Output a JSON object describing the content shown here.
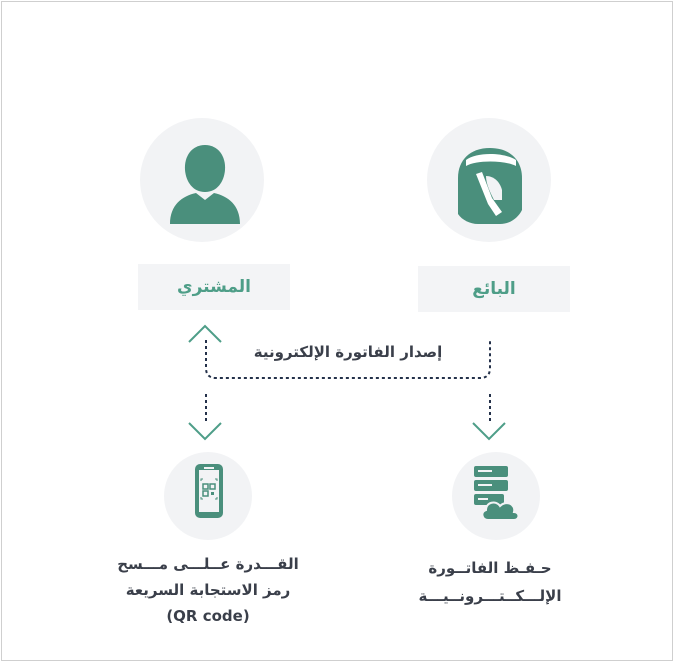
{
  "seller": {
    "label": "البائع"
  },
  "buyer": {
    "label": "المشتري"
  },
  "flow": {
    "label": "إصدار الفاتورة الإلكترونية"
  },
  "buyer_outcome": {
    "line1": "القـــدرة عــلـــى مـــسح",
    "line2": "رمز الاستجابة السريعة",
    "line3": "(QR code)"
  },
  "seller_outcome": {
    "line1": "حـفـظ  الفاتــورة",
    "line2": "الإلـــكــتـــرونــيـــة"
  },
  "colors": {
    "accent": "#4e9e88",
    "icon": "#4a8f7c",
    "text": "#3a3f4a",
    "dashed": "#24314a",
    "circle": "#f2f3f5"
  },
  "icons": [
    "seller-person-icon",
    "buyer-person-icon",
    "qr-phone-icon",
    "server-cloud-icon",
    "up-arrow-icon",
    "down-arrow-icon"
  ]
}
